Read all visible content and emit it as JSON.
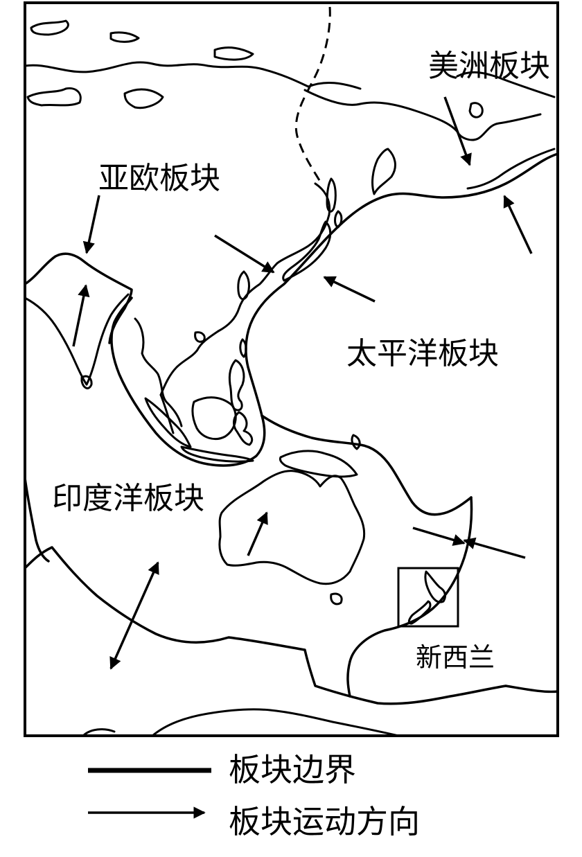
{
  "plates": {
    "americas": "美洲板块",
    "eurasian": "亚欧板块",
    "pacific": "太平洋板块",
    "indian_ocean": "印度洋板块"
  },
  "places": {
    "new_zealand": "新西兰"
  },
  "legend": {
    "boundary": "板块边界",
    "movement": "板块运动方向"
  }
}
